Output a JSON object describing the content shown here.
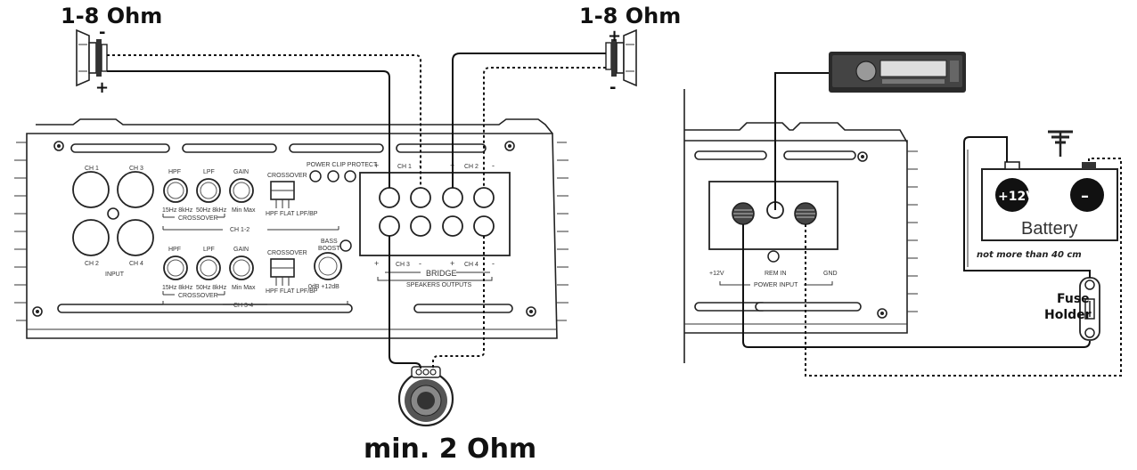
{
  "diagram": {
    "labels": {
      "top_left_impedance": "1-8 Ohm",
      "top_right_impedance": "1-8 Ohm",
      "bottom_impedance": "min. 2 Ohm"
    },
    "amplifier": {
      "inputs": [
        "CH 1",
        "CH 3",
        "CH 2",
        "CH 4"
      ],
      "input_label": "INPUT",
      "ch12": {
        "hpf": "HPF",
        "lpf": "LPF",
        "gain": "GAIN",
        "hpf_range": "15Hz 8kHz",
        "lpf_range": "50Hz 8kHz",
        "gain_range": "Min Max",
        "crossover_title": "CROSSOVER",
        "crossover_switch": "HPF FLAT LPF/BP",
        "crossover_group": "CROSSOVER",
        "group": "CH 1-2"
      },
      "ch34": {
        "hpf": "HPF",
        "lpf": "LPF",
        "gain": "GAIN",
        "hpf_range": "15Hz 8kHz",
        "lpf_range": "50Hz 8kHz",
        "gain_range": "Min Max",
        "crossover_title": "CROSSOVER",
        "crossover_switch": "HPF FLAT LPF/BP",
        "crossover_group": "CROSSOVER",
        "group": "CH 3-4"
      },
      "indicators": "POWER  CLIP  PROTECT",
      "bass_boost": [
        "BASS",
        "BOOST"
      ],
      "bass_range": "0dB  +12dB",
      "outputs": {
        "ch1": "CH 1",
        "ch2": "CH 2",
        "ch3": "CH 3",
        "ch4": "CH 4",
        "plus": "+",
        "minus": "-",
        "bridge": "BRIDGE",
        "title": "SPEAKERS OUTPUTS"
      }
    },
    "power": {
      "terms": [
        "+12V",
        "REM IN",
        "GND"
      ],
      "title": "POWER INPUT"
    },
    "battery": {
      "plus": "+12V",
      "minus": "–",
      "name": "Battery",
      "note": "not more than 40 cm"
    },
    "fuse": [
      "Fuse",
      "Holder"
    ],
    "speaker_polarity": {
      "plus": "+",
      "minus": "-"
    }
  }
}
